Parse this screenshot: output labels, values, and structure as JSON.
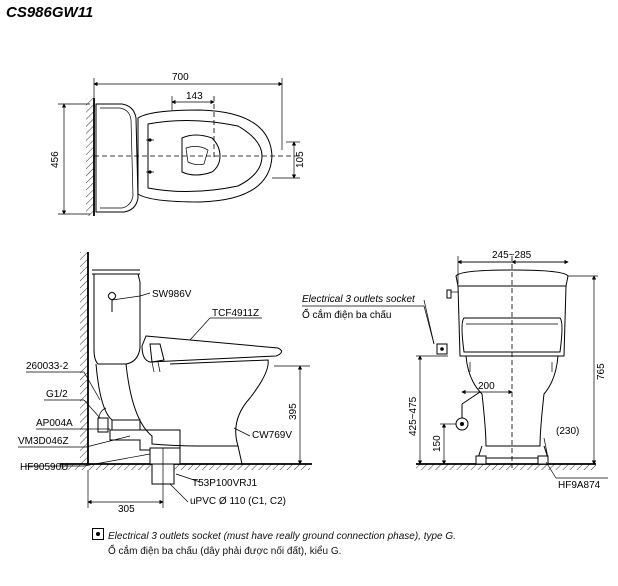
{
  "model_code": "CS986GW11",
  "top_view": {
    "dim_width": "700",
    "dim_inner": "143",
    "dim_depth": "456",
    "dim_right": "105"
  },
  "side_view": {
    "labels": {
      "tank": "SW986V",
      "seat": "TCF4911Z",
      "valve": "260033-2",
      "fitting": "G1/2",
      "hose": "AP004A",
      "flange": "VM3D046Z",
      "bolt": "HF90590U",
      "bowl": "CW769V",
      "adaptor": "T53P100VRJ1",
      "pipe": "uPVC Ø 110 (C1, C2)"
    },
    "dims": {
      "seat_height": "395",
      "rough_in": "305"
    }
  },
  "front_view": {
    "socket_label_en": "Electrical 3 outlets socket",
    "socket_label_vi": "Ổ cắm điện ba chấu",
    "dims": {
      "width_range": "245~285",
      "offset": "200",
      "valve_height": "425~475",
      "low": "150",
      "total_height": "765",
      "base": "(230)"
    },
    "part": "HF9A874"
  },
  "footnote": {
    "en": "Electrical 3 outlets socket (must have really ground connection phase), type G.",
    "vi": "Ổ cắm điện ba chấu (dây phải được nối đất), kiểu G."
  }
}
